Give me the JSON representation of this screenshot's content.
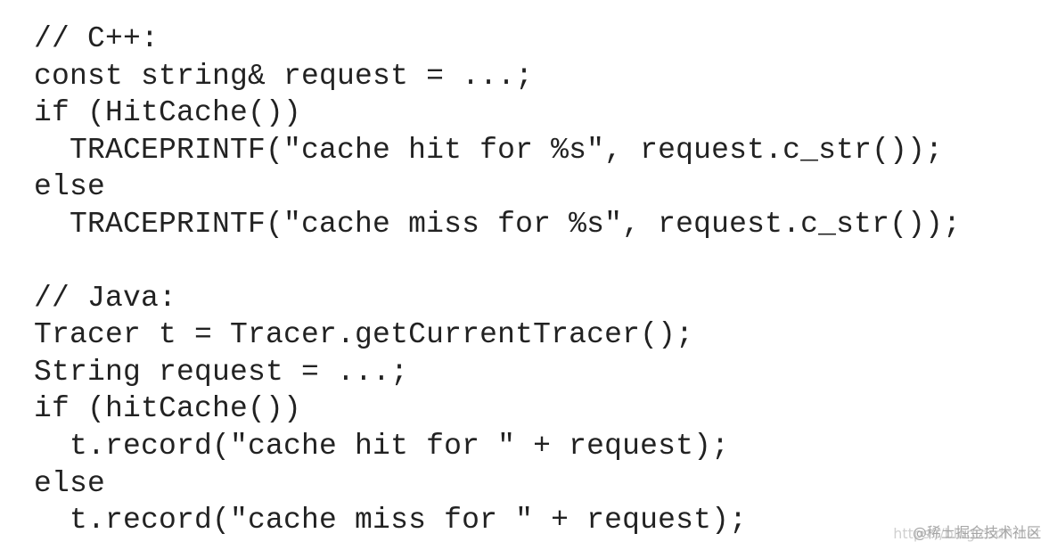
{
  "code": {
    "lines": [
      "// C++:",
      "const string& request = ...;",
      "if (HitCache())",
      "  TRACEPRINTF(\"cache hit for %s\", request.c_str());",
      "else",
      "  TRACEPRINTF(\"cache miss for %s\", request.c_str());",
      "",
      "// Java:",
      "Tracer t = Tracer.getCurrentTracer();",
      "String request = ...;",
      "if (hitCache())",
      "  t.record(\"cache hit for \" + request);",
      "else",
      "  t.record(\"cache miss for \" + request);"
    ]
  },
  "watermark": {
    "brand": "@稀土掘金技术社区",
    "url": "https://blog.csdn.net"
  },
  "colors": {
    "text": "#222222",
    "background": "#ffffff",
    "watermark": "#a6a6a6"
  }
}
